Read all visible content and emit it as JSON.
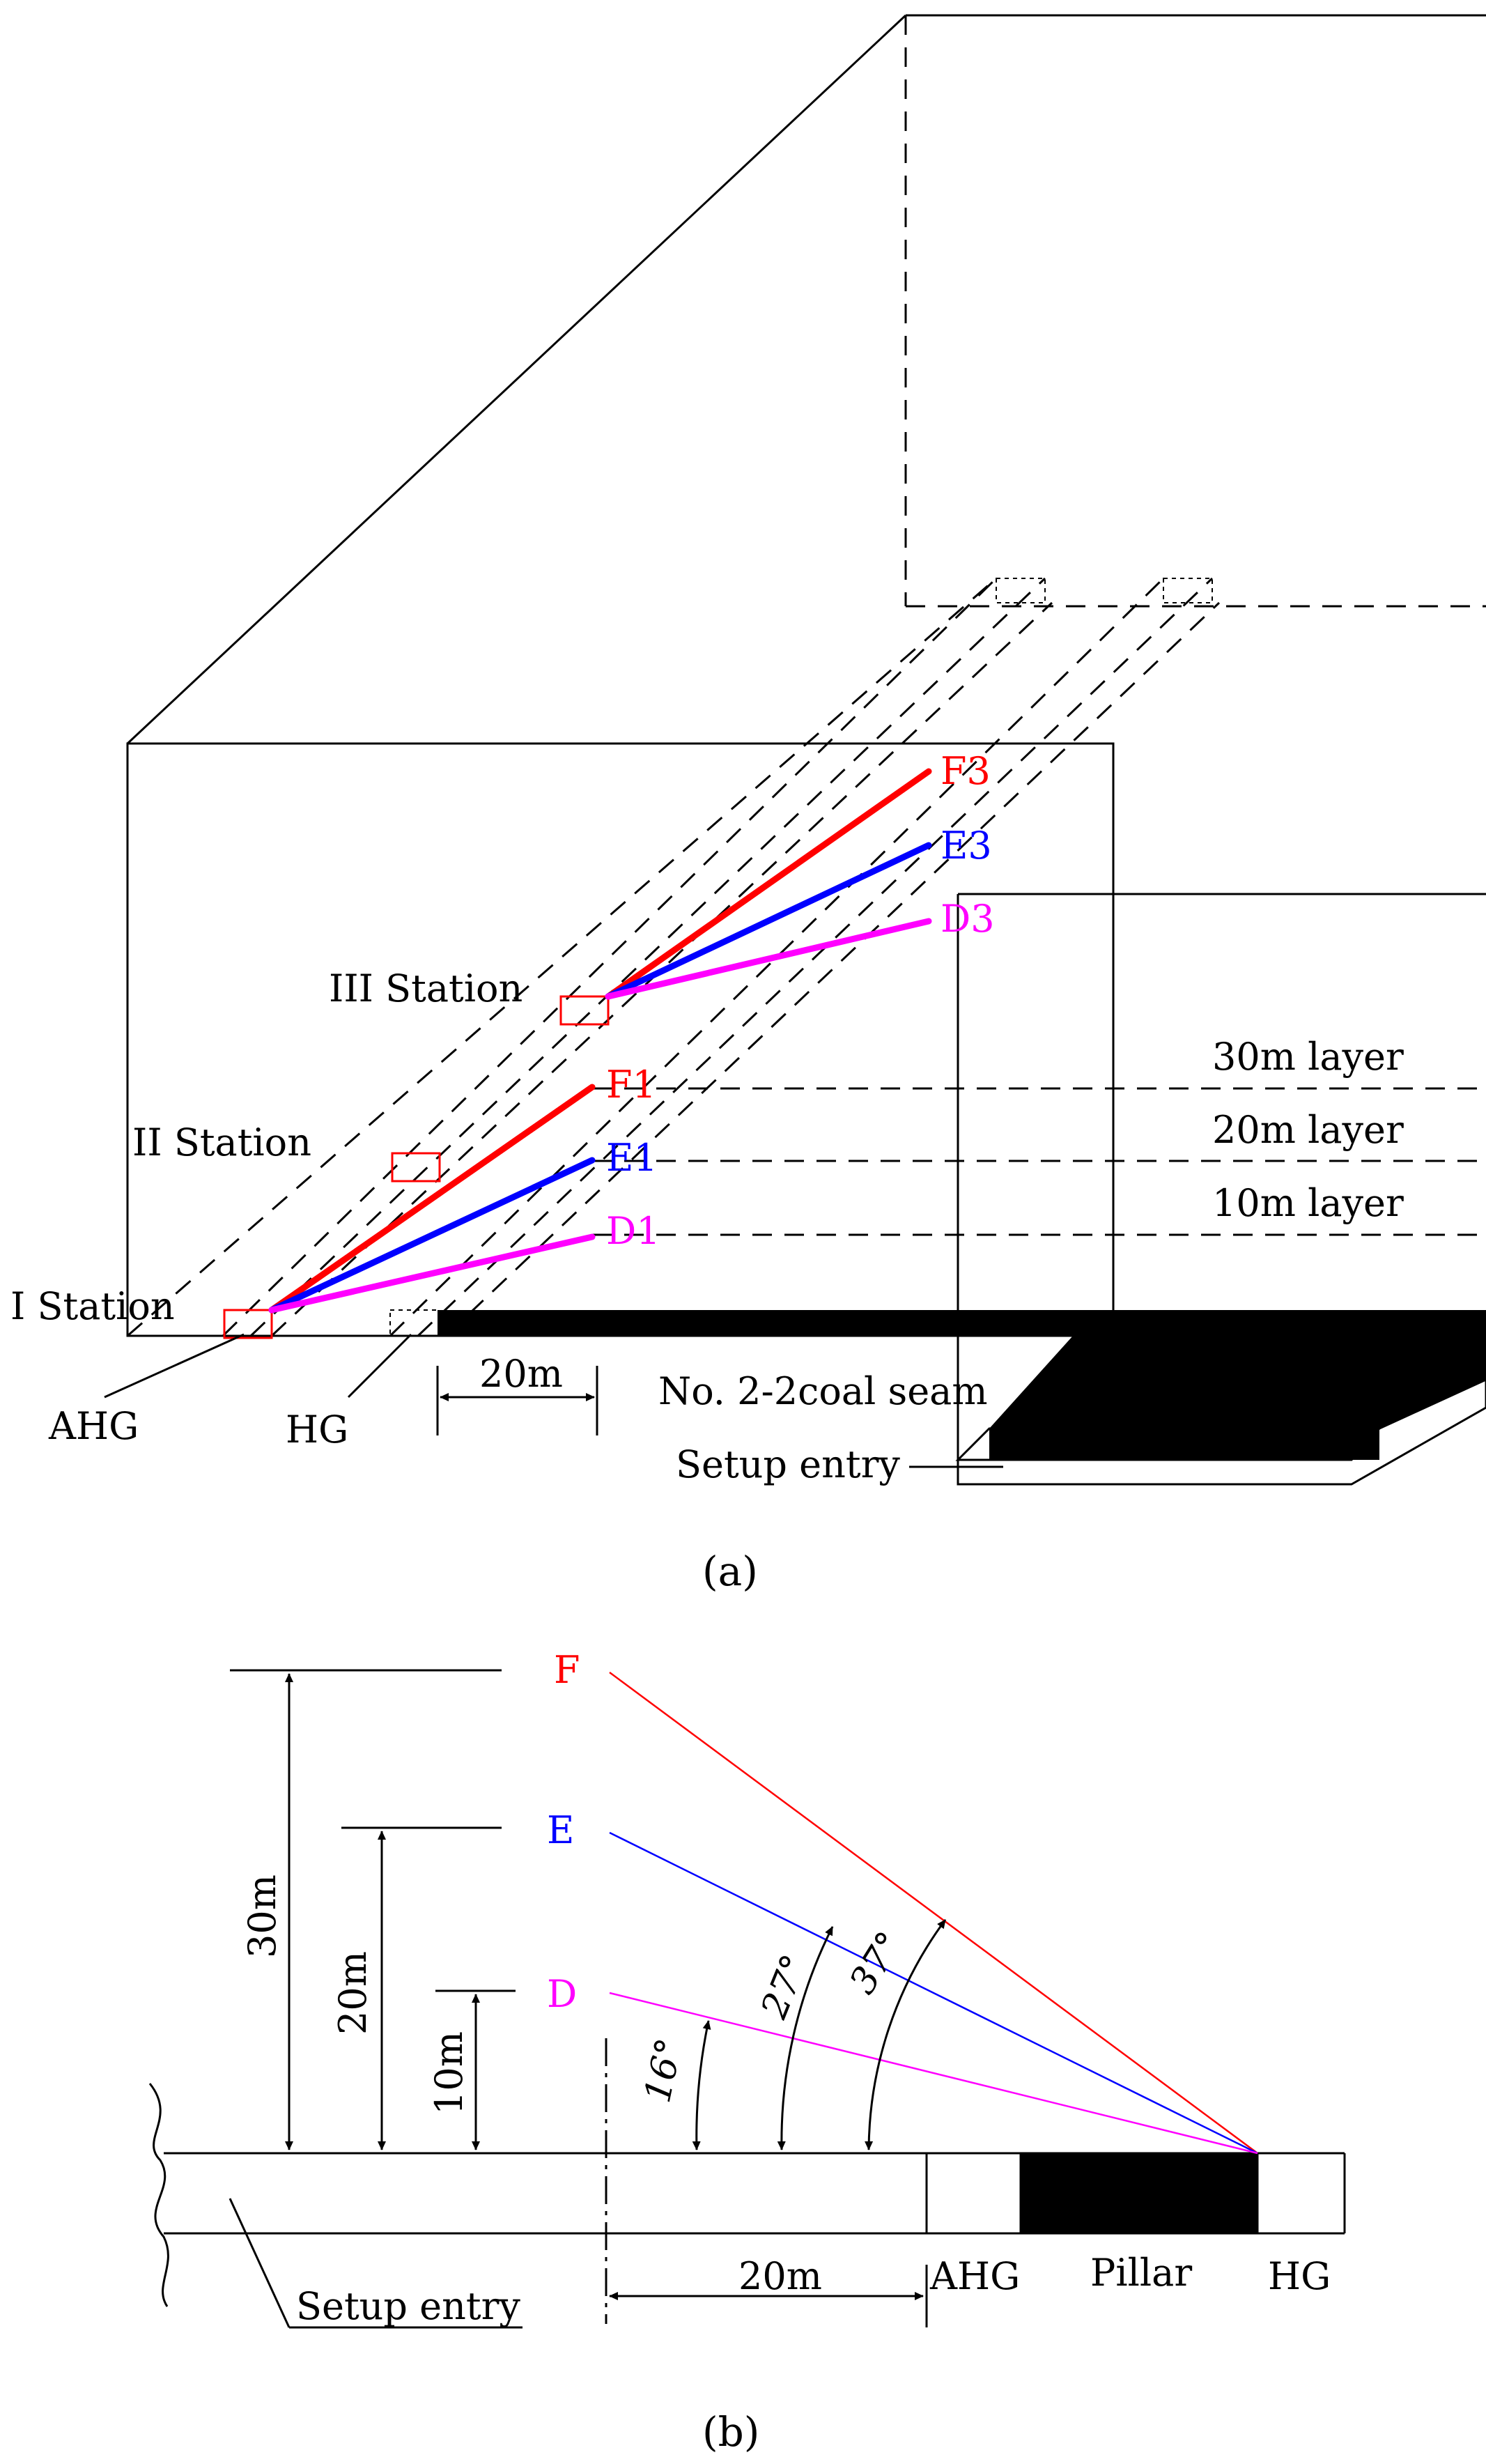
{
  "panel_a": {
    "caption": "(a)",
    "stations": [
      "I Station",
      "II Station",
      "III Station"
    ],
    "boreholes_far": [
      "F3",
      "E3",
      "D3"
    ],
    "boreholes_near": [
      "F1",
      "E1",
      "D1"
    ],
    "layers": [
      "30m layer",
      "20m layer",
      "10m layer"
    ],
    "ahg": "AHG",
    "hg": "HG",
    "dimension": "20m",
    "coal_seam": "No. 2-2coal seam",
    "setup_entry": "Setup entry"
  },
  "panel_b": {
    "caption": "(b)",
    "boreholes": [
      "F",
      "E",
      "D"
    ],
    "heights": [
      "30m",
      "20m",
      "10m"
    ],
    "angles": [
      "16°",
      "27°",
      "37°"
    ],
    "dimension": "20m",
    "setup_entry": "Setup entry",
    "ahg": "AHG",
    "pillar": "Pillar",
    "hg": "HG"
  },
  "colors": {
    "F": "#ff0000",
    "E": "#0000ff",
    "D": "#ff00ff",
    "station_box": "#ff0000",
    "coal": "#000000"
  }
}
